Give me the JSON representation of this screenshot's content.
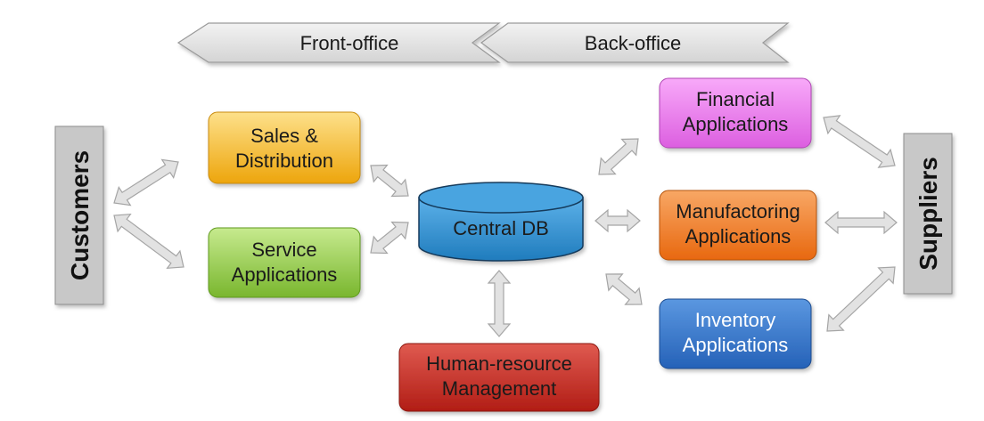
{
  "banner": {
    "front_office": "Front-office",
    "back_office": "Back-office"
  },
  "sides": {
    "customers": "Customers",
    "suppliers": "Suppliers"
  },
  "modules": {
    "sales": {
      "line1": "Sales &",
      "line2": "Distribution",
      "color": "#f2b21a"
    },
    "service": {
      "line1": "Service",
      "line2": "Applications",
      "color": "#8cc63f"
    },
    "central_db": {
      "label": "Central DB",
      "color": "#2f8fcf"
    },
    "hr": {
      "line1": "Human-resource",
      "line2": "Management",
      "color": "#c0271f"
    },
    "financial": {
      "line1": "Financial",
      "line2": "Applications",
      "color": "#e26ee6"
    },
    "manufacturing": {
      "line1": "Manufactoring",
      "line2": "Applications",
      "color": "#ef7a22"
    },
    "inventory": {
      "line1": "Inventory",
      "line2": "Applications",
      "color": "#2f72c9"
    }
  },
  "colors": {
    "banner_fill": "#dcdcdc",
    "side_box_fill": "#c8c8c8",
    "arrow_fill": "#e2e2e2"
  }
}
